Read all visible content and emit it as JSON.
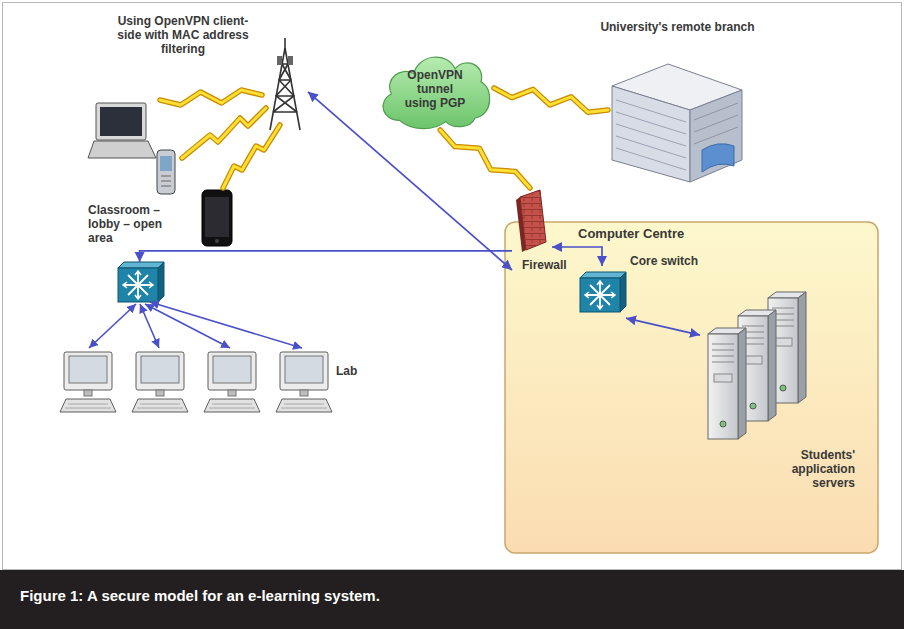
{
  "diagram": {
    "caption": "Figure 1: A secure model for an e-learning system.",
    "nodes": [
      {
        "text": [
          "Using OpenVPN client-side with MAC address filtering"
        ]
      },
      {
        "text": [
          "OpenVPN tunnel using PGP"
        ]
      },
      {
        "text": [
          "University's remote branch"
        ]
      },
      {
        "text": [
          "Classroom – lobby – open area"
        ]
      },
      {
        "text": [
          "Computer Centre"
        ]
      },
      {
        "text": [
          "Firewall"
        ],
        "in": 4
      },
      {
        "text": [
          "Core switch"
        ],
        "in": 4
      },
      {
        "text": [
          "Students' application servers"
        ],
        "in": 4
      },
      {
        "text": [
          "Lab"
        ]
      }
    ],
    "edges": [
      {
        "from": 0,
        "to": 5,
        "arrow": "both"
      },
      {
        "from": 5,
        "to": 6,
        "arrow": "both"
      },
      {
        "from": 6,
        "to": 7,
        "arrow": "both"
      },
      {
        "from": 5,
        "to": 8,
        "arrow": "to"
      },
      {
        "from": 1,
        "to": 5,
        "arrow": "none"
      },
      {
        "from": 1,
        "to": 2,
        "arrow": "none"
      },
      {
        "from": 0,
        "to": 3,
        "arrow": "none"
      }
    ]
  }
}
